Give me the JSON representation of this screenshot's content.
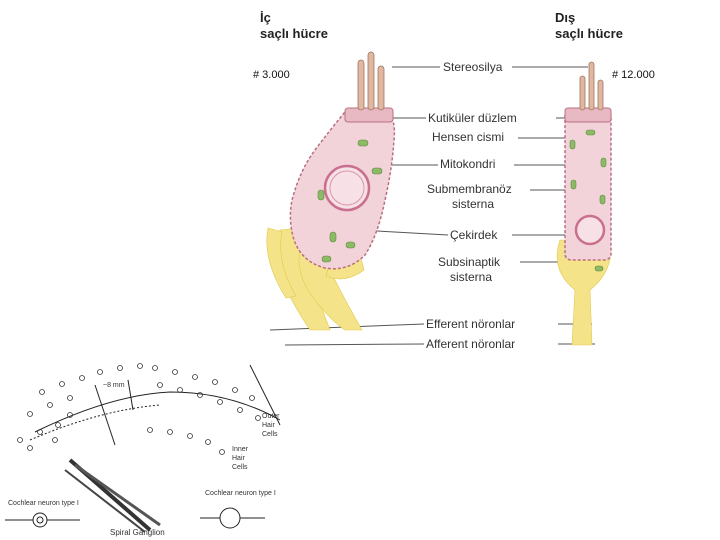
{
  "titles": {
    "inner_line1": "İç",
    "inner_line2": "saçlı hücre",
    "outer_line1": "Dış",
    "outer_line2": "saçlı hücre"
  },
  "counts": {
    "inner": "# 3.000",
    "outer": "# 12.000"
  },
  "labels": [
    "Stereosilya",
    "Kutiküler düzlem",
    "Hensen cismi",
    "Mitokondri",
    "Submembranöz",
    "sisterna",
    "Çekirdek",
    "Subsinaptik",
    "sisterna",
    "Efferent nöronlar",
    "Afferent nöronlar"
  ],
  "cochlea": {
    "scale": "~8 mm",
    "outer_hair_cells": [
      "Outer",
      "Hair",
      "Cells"
    ],
    "inner_hair_cells": [
      "Inner",
      "Hair",
      "Cells"
    ],
    "neuron_type1": "Cochlear neuron type I",
    "neuron_type1_right": "Cochlear neuron type I",
    "spiral_ganglion": "Spiral Ganglion"
  },
  "colors": {
    "cell_fill": "#f2d3d9",
    "cell_outline": "#b86f83",
    "nucleus": "#c9708e",
    "mitochondria": "#7fae5a",
    "nerve": "#f3e27a",
    "leader": "#555555"
  }
}
